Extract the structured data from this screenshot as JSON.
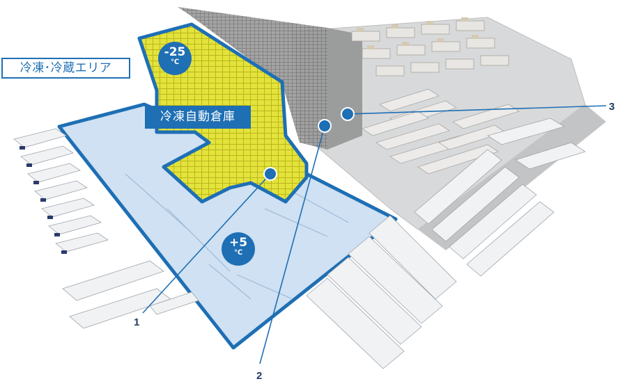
{
  "labels": {
    "area": "冷凍･冷蔵エリア",
    "automated_warehouse": "冷凍自動倉庫"
  },
  "temperatures": {
    "frozen": {
      "value": "-25",
      "unit": "℃"
    },
    "chilled": {
      "value": "+5",
      "unit": "℃"
    }
  },
  "callouts": [
    "1",
    "2",
    "3"
  ],
  "colors": {
    "accent": "#1e6fb4",
    "frozen_zone": "#e4e33c",
    "chilled_zone": "#cfe1f3"
  }
}
